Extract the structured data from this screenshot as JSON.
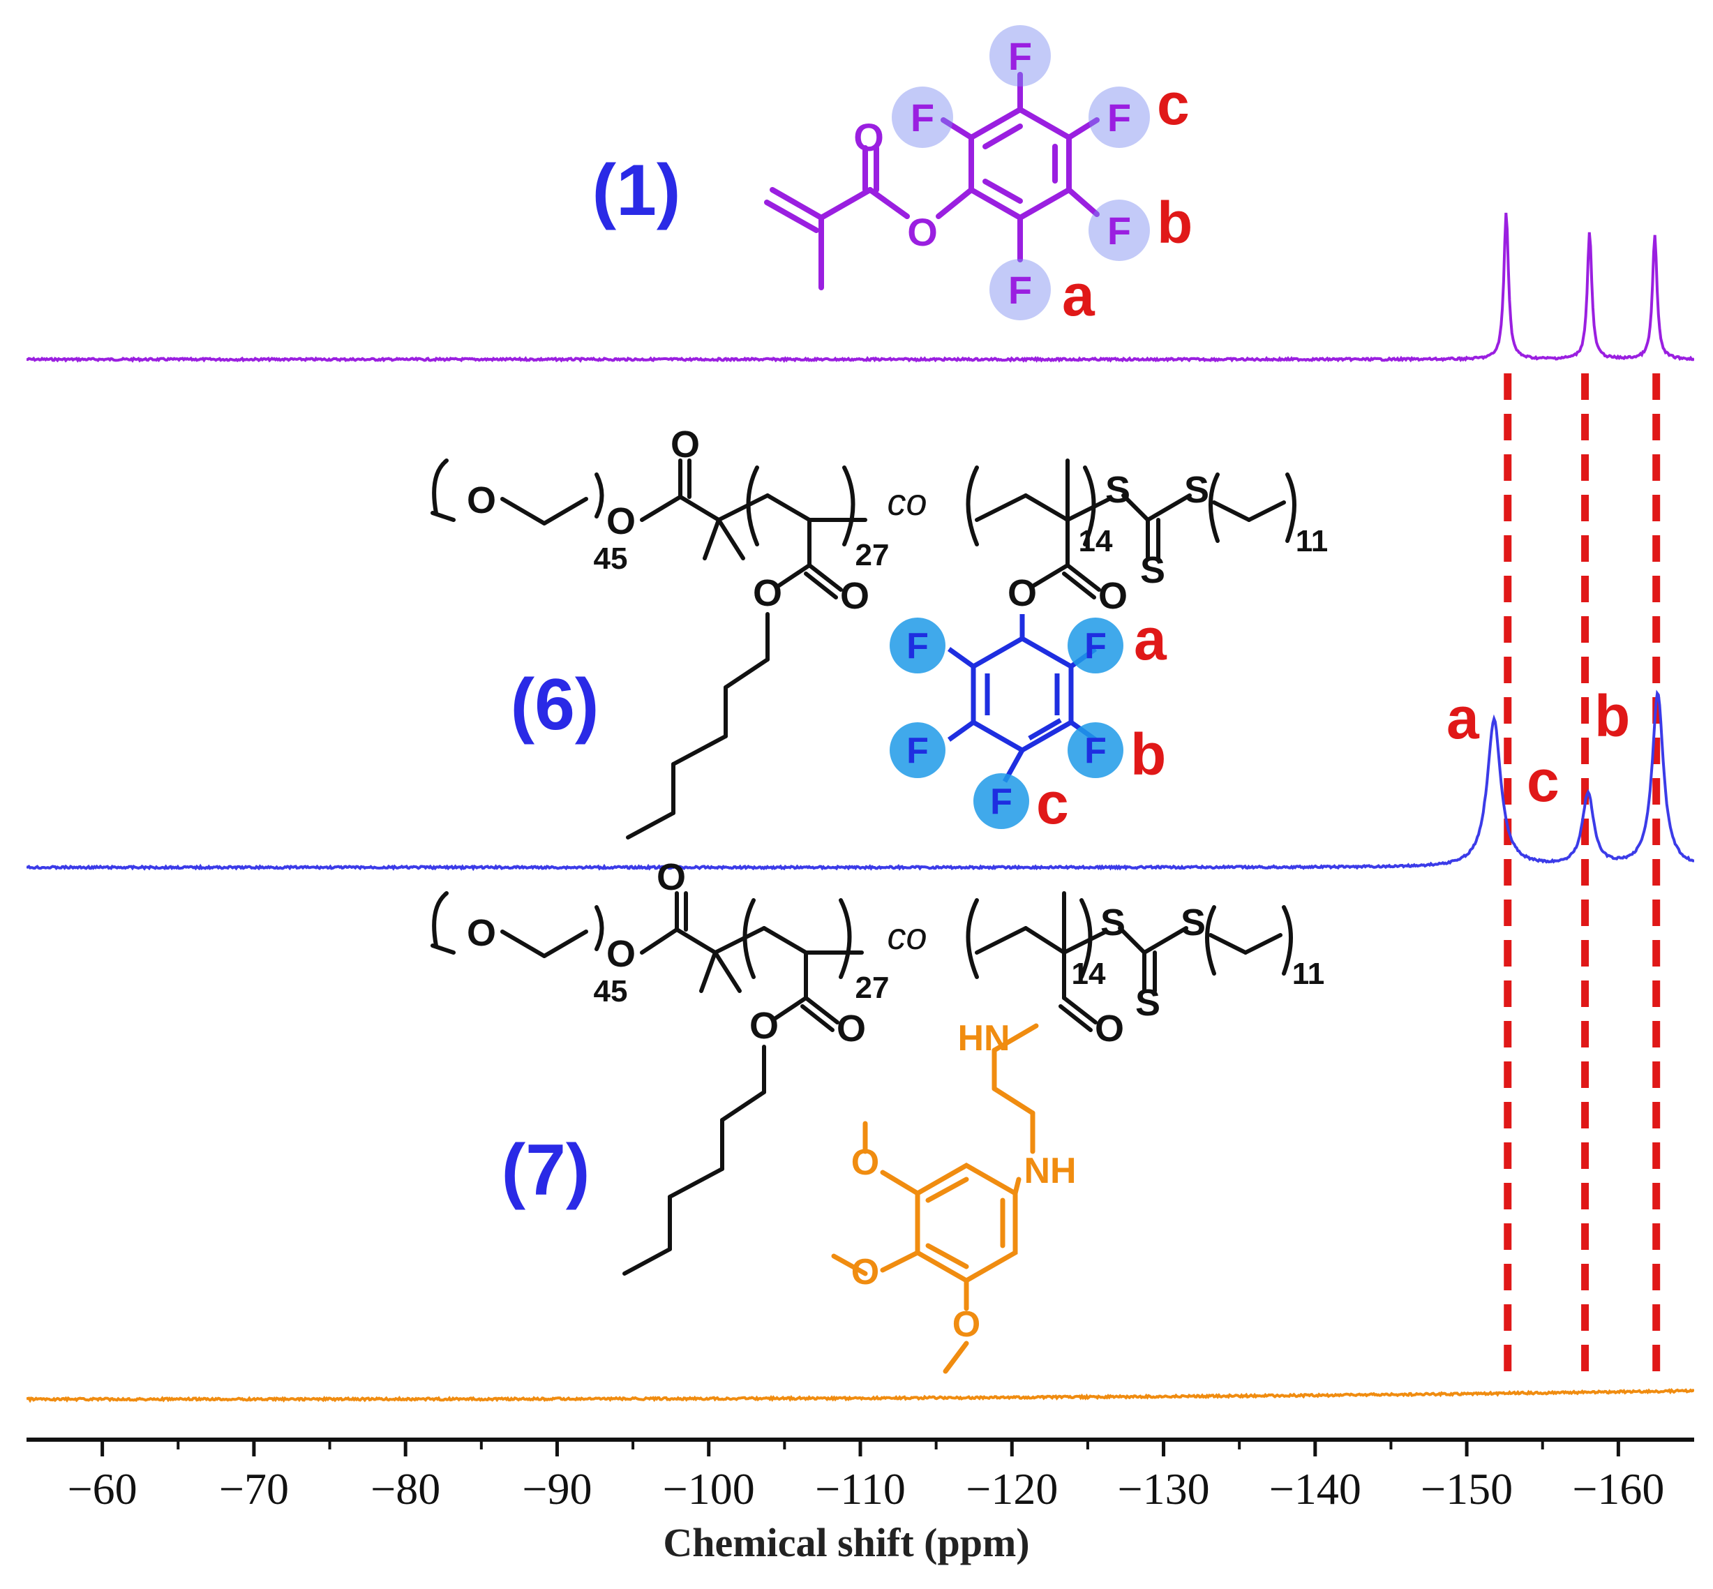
{
  "chart_data": {
    "type": "line",
    "xlabel": "Chemical shift (ppm)",
    "ylabel": "",
    "xlim": [
      -55,
      -165
    ],
    "x_reversed": true,
    "x_ticks": [
      -60,
      -70,
      -80,
      -90,
      -100,
      -110,
      -120,
      -130,
      -140,
      -150,
      -160
    ],
    "x_tick_labels": [
      "−60",
      "−70",
      "−80",
      "−90",
      "−100",
      "−110",
      "−120",
      "−130",
      "−140",
      "−150",
      "−160"
    ],
    "grid": false,
    "series": [
      {
        "name": "(1)",
        "color": "#9a1fe0",
        "baseline": 0,
        "peaks": [
          {
            "x": -152.6,
            "height": 1.0,
            "width": 0.18
          },
          {
            "x": -158.1,
            "height": 0.86,
            "width": 0.18
          },
          {
            "x": -162.4,
            "height": 0.84,
            "width": 0.18
          }
        ]
      },
      {
        "name": "(6)",
        "color": "#3b3be8",
        "baseline": 0,
        "peaks": [
          {
            "x": -151.8,
            "height": 0.85,
            "width": 0.55
          },
          {
            "x": -158.0,
            "height": 0.42,
            "width": 0.45
          },
          {
            "x": -162.6,
            "height": 1.0,
            "width": 0.45
          }
        ]
      },
      {
        "name": "(7)",
        "color": "#f08c10",
        "baseline": 0,
        "drift": 0.12,
        "peaks": []
      }
    ],
    "reference_lines": [
      {
        "x": -152.7,
        "label": "a",
        "color": "#e01818"
      },
      {
        "x": -157.8,
        "label": "c",
        "color": "#e01818"
      },
      {
        "x": -162.5,
        "label": "b",
        "color": "#e01818"
      }
    ],
    "sample_labels": [
      "(1)",
      "(6)",
      "(7)"
    ],
    "structure_text": {
      "fluorine": "F",
      "peak_a": "a",
      "peak_b": "b",
      "peak_c": "c",
      "oxygen": "O",
      "sulfur": "S",
      "amine": "HN",
      "amine2": "NH",
      "co": "co",
      "sub45": "45",
      "sub27": "27",
      "sub14": "14",
      "sub11": "11"
    }
  }
}
